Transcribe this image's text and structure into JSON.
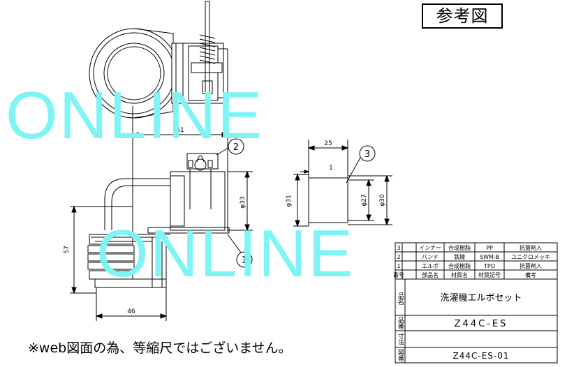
{
  "reference_label": "参考図",
  "watermark": [
    "ONLINE",
    "ONLINE"
  ],
  "note": "※web図面の為、等縮尺ではございません。",
  "dimensions": {
    "width_61": "61",
    "height_57": "57",
    "width_46": "46",
    "dia_33": "φ33",
    "width_25": "25",
    "thickness_1": "1",
    "dia_31": "φ31",
    "dia_27": "φ27",
    "dia_30": "φ30"
  },
  "callouts": [
    "1",
    "2",
    "3"
  ],
  "parts_table": {
    "headers": [
      "番号",
      "部品名",
      "材質名",
      "材質記号",
      "備考"
    ],
    "rows": [
      [
        "3",
        "インナー",
        "合成樹脂",
        "PP",
        "抗菌剤入"
      ],
      [
        "2",
        "バンド",
        "鉄線",
        "SWM-B",
        "ユニクロメッキ"
      ],
      [
        "1",
        "エルボ",
        "合成樹脂",
        "TPO",
        "抗菌剤入"
      ]
    ]
  },
  "title_block": {
    "name_label": "品名",
    "name_value": "洗濯機エルボセット",
    "number_label": "品番",
    "number_value": "Z44C-ES",
    "scale_label": "寸法",
    "scale_value": "",
    "drawing_label": "図番",
    "drawing_value": "Z44C-ES-01"
  }
}
